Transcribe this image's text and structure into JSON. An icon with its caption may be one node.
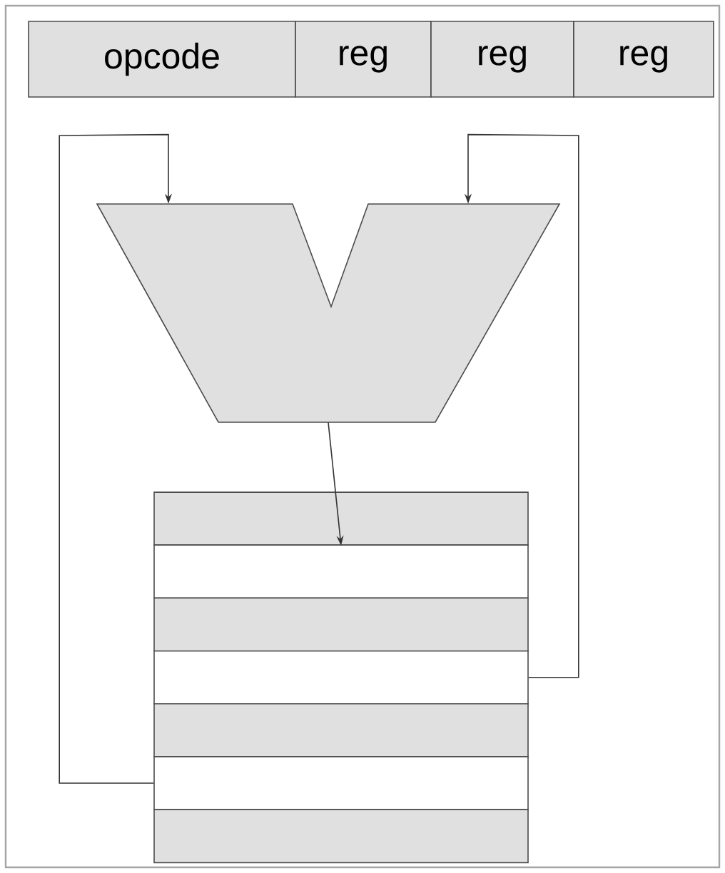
{
  "diagram": {
    "nodes": [
      {
        "text": [
          "opcode"
        ]
      },
      {
        "text": [
          "reg"
        ]
      },
      {
        "text": [
          "reg"
        ]
      },
      {
        "text": [
          "reg"
        ]
      },
      {
        "text": [],
        "shape": "alu"
      },
      {
        "text": [],
        "shape": "bar"
      },
      {
        "text": [],
        "shape": "bar"
      },
      {
        "text": [],
        "shape": "bar"
      },
      {
        "text": [],
        "shape": "bar"
      },
      {
        "text": [],
        "shape": "bar"
      },
      {
        "text": [],
        "shape": "bar"
      },
      {
        "text": [],
        "shape": "bar"
      }
    ],
    "edges": [
      {
        "from": 8,
        "to": 4,
        "arrow": "to"
      },
      {
        "from": 10,
        "to": 4,
        "arrow": "to"
      },
      {
        "from": 4,
        "to": 5,
        "arrow": "to"
      }
    ]
  }
}
